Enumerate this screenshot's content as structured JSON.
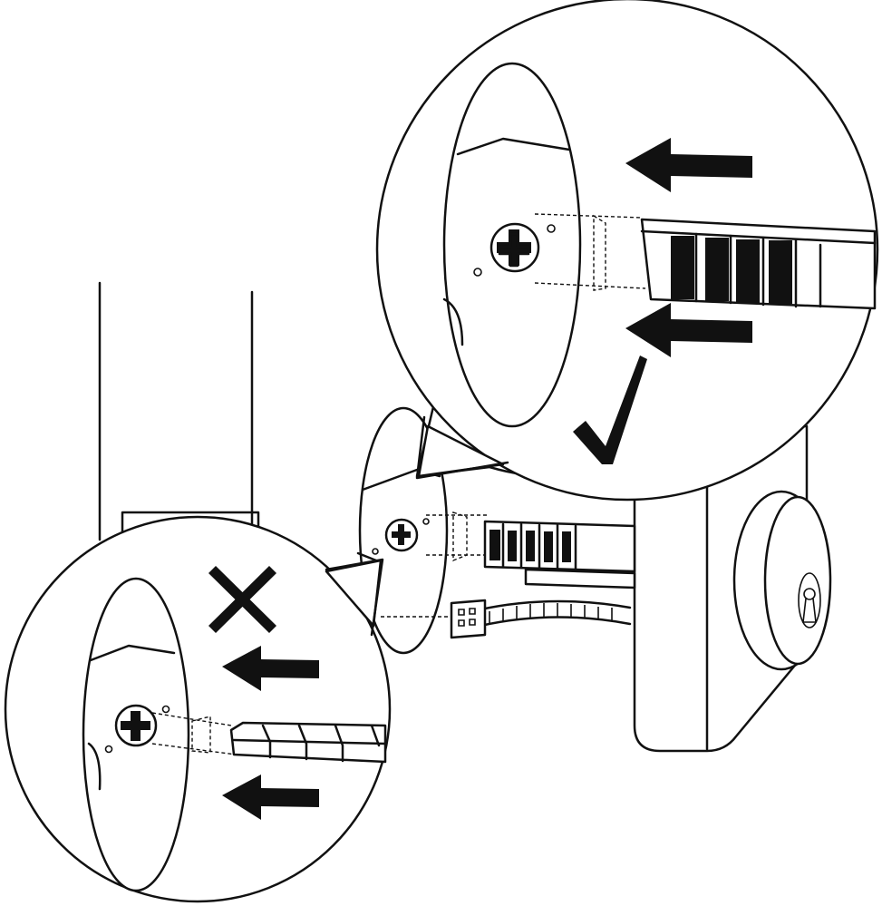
{
  "figure": {
    "kind": "installation-illustration",
    "callouts": [
      {
        "id": "correct",
        "mark": "checkmark",
        "meaning": "correct"
      },
      {
        "id": "incorrect",
        "mark": "cross",
        "meaning": "incorrect"
      }
    ],
    "colors": {
      "line": "#111111",
      "background": "#ffffff"
    }
  }
}
